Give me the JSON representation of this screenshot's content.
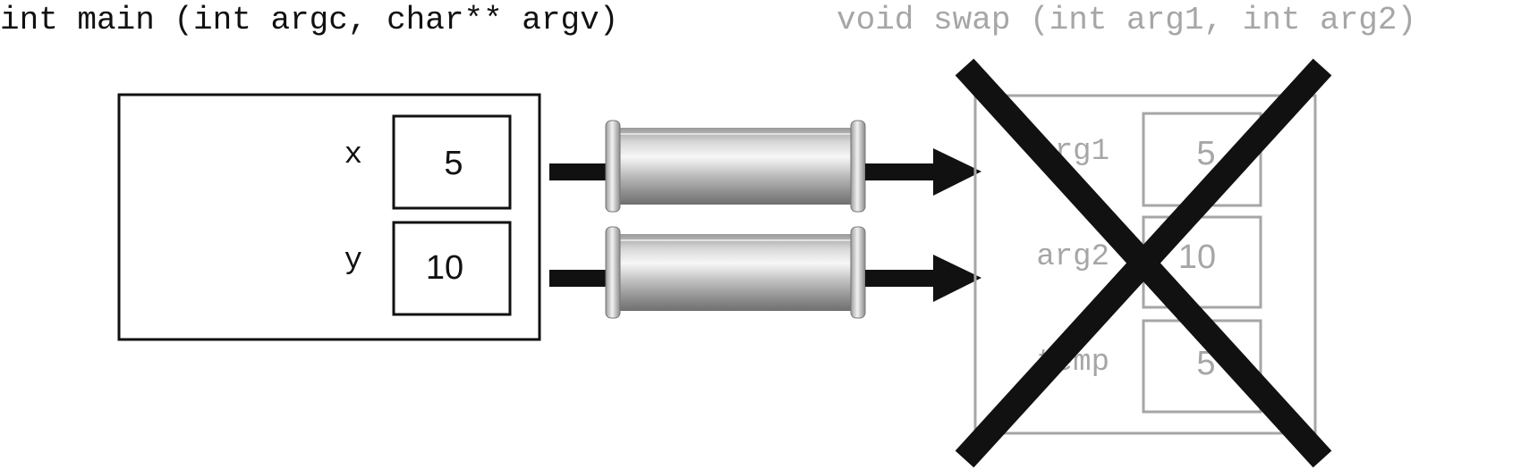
{
  "main_function": {
    "signature": "int main (int argc, char** argv)",
    "variables": [
      {
        "name": "x",
        "value": "5"
      },
      {
        "name": "y",
        "value": "10"
      }
    ]
  },
  "swap_function": {
    "signature": "void swap (int arg1, int arg2)",
    "variables": [
      {
        "name": "arg1",
        "value": "5"
      },
      {
        "name": "arg2",
        "value": "10"
      },
      {
        "name": "temp",
        "value": "5"
      }
    ]
  },
  "colors": {
    "main_ink": "#111111",
    "faded_ink": "#a6a6a6",
    "cross": "#111111",
    "pipe_light": "#f2f2f2",
    "pipe_dark": "#7a7a7a"
  },
  "icons": [
    "pipe-icon",
    "arrow-icon",
    "cross-out-icon"
  ]
}
